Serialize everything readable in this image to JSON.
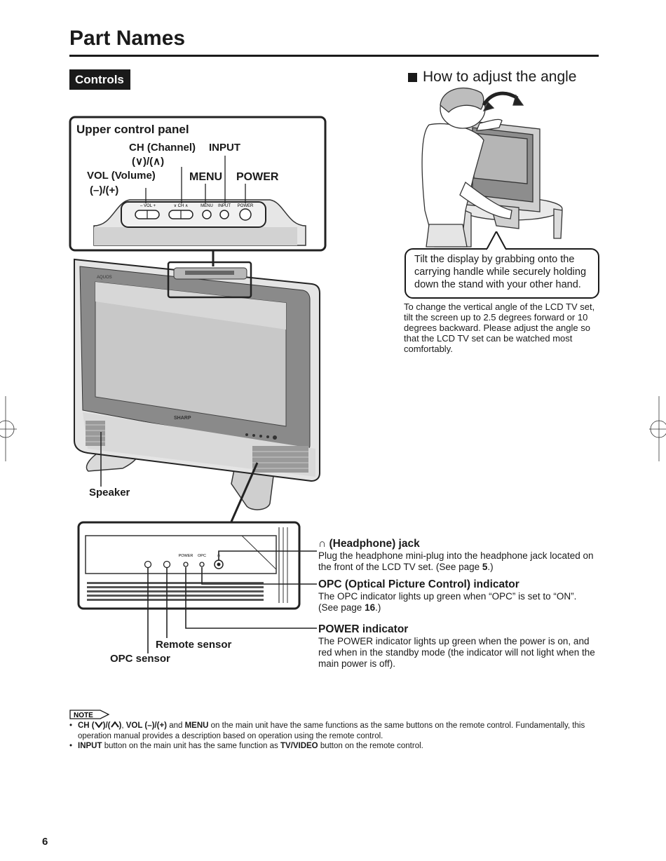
{
  "page": {
    "title": "Part Names",
    "section_tag": "Controls",
    "page_number": "6"
  },
  "upper_panel": {
    "title": "Upper control panel",
    "labels": {
      "ch_line1": "CH (Channel)",
      "ch_line2": "(∨)/(∧)",
      "input": "INPUT",
      "vol_line1": "VOL (Volume)",
      "vol_line2": "(–)/(+)",
      "menu": "MENU",
      "power": "POWER"
    },
    "printed_labels": [
      "– VOL +",
      "∨ CH ∧",
      "MENU",
      "INPUT",
      "POWER"
    ]
  },
  "tv": {
    "brand": "AQUOS",
    "logo": "SHARP"
  },
  "speaker_label": "Speaker",
  "front_panel": {
    "printed_labels": [
      "POWER",
      "OPC",
      "∩"
    ],
    "remote_sensor_label": "Remote sensor",
    "opc_sensor_label": "OPC sensor"
  },
  "angle": {
    "heading": "How to adjust the angle",
    "callout": "Tilt the display by grabbing onto the carrying handle while securely holding down the stand with your other hand.",
    "body": "To change the vertical angle of the LCD TV set, tilt the screen up to 2.5 degrees forward or 10 degrees backward. Please adjust the angle so that the LCD TV set can be watched most comfortably."
  },
  "parts": [
    {
      "icon": "headphone-icon",
      "icon_glyph": "∩",
      "title": " (Headphone) jack",
      "desc_before": "Plug the headphone mini-plug into the headphone jack located on the front of the LCD TV set. (See page ",
      "page_ref": "5",
      "desc_after": ".)"
    },
    {
      "title": "OPC (Optical Picture Control) indicator",
      "desc_before": "The OPC indicator lights up green when “OPC” is set to “ON”. (See page ",
      "page_ref": "16",
      "desc_after": ".)"
    },
    {
      "title": "POWER indicator",
      "desc": "The POWER indicator lights up green when the power is on, and red when in the standby mode (the indicator will not light when the main power is off)."
    }
  ],
  "note": {
    "badge": "NOTE",
    "items": [
      {
        "ch": "CH (",
        "ch_mid": ")/(",
        "ch_end": ")",
        "sep1": ", ",
        "vol": "VOL (–)/(+)",
        "and": " and ",
        "menu": "MENU",
        "rest": " on the main unit have the same functions as the same buttons on the remote control. Fundamentally, this operation manual provides a description based on operation using the remote control."
      },
      {
        "input": "INPUT",
        "mid": " button on the main unit has the same function as ",
        "tvvideo": "TV/VIDEO",
        "rest": " button on the remote control."
      }
    ]
  }
}
